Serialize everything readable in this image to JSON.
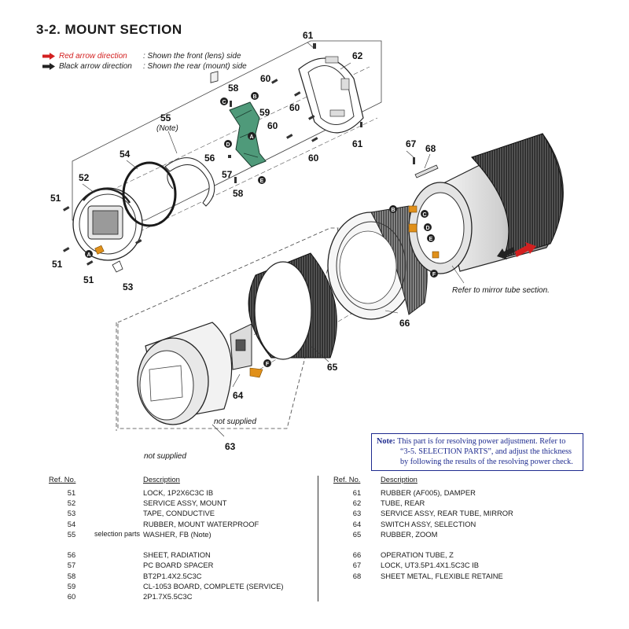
{
  "header": {
    "title": "3-2.  MOUNT  SECTION"
  },
  "legend": {
    "red_label": "Red arrow direction",
    "red_desc": ": Shown the front (lens) side",
    "black_label": "Black arrow direction",
    "black_desc": ": Shown the rear (mount) side",
    "red_color": "#d32020",
    "black_color": "#222222"
  },
  "diagram": {
    "callouts": [
      "51",
      "52",
      "51",
      "53",
      "51",
      "54",
      "55",
      "56",
      "57",
      "58",
      "58",
      "59",
      "60",
      "60",
      "60",
      "60",
      "61",
      "61",
      "62",
      "63",
      "64",
      "65",
      "66",
      "67",
      "68"
    ],
    "note_label_55": "(Note)",
    "labels": {
      "refer_mirror": "Refer to mirror tube section.",
      "not_supplied_1": "not supplied",
      "not_supplied_2": "not supplied"
    },
    "connectors": [
      "A",
      "B",
      "C",
      "D",
      "E",
      "F"
    ],
    "icons": [
      "screw-icon",
      "red-direction-arrow-icon",
      "black-direction-arrow-icon"
    ]
  },
  "note": {
    "label": "Note:",
    "line1": "This part is for resolving power adjustment. Refer to",
    "line2": "“3-5. SELECTION PARTS”, and adjust the thickness",
    "line3": "by following the results of the resolving power check."
  },
  "parts_table": {
    "headers": {
      "ref": "Ref. No.",
      "desc": "Description"
    },
    "left": [
      {
        "ref": "51",
        "remark": "",
        "desc": "LOCK, 1P2X6C3C IB"
      },
      {
        "ref": "52",
        "remark": "",
        "desc": "SERVICE ASSY, MOUNT"
      },
      {
        "ref": "53",
        "remark": "",
        "desc": "TAPE, CONDUCTIVE"
      },
      {
        "ref": "54",
        "remark": "",
        "desc": "RUBBER, MOUNT WATERPROOF"
      },
      {
        "ref": "55",
        "remark": "selection parts",
        "desc": "WASHER, FB (Note)"
      },
      {
        "ref": "56",
        "remark": "",
        "desc": "SHEET, RADIATION"
      },
      {
        "ref": "57",
        "remark": "",
        "desc": "PC BOARD SPACER"
      },
      {
        "ref": "58",
        "remark": "",
        "desc": "BT2P1.4X2.5C3C"
      },
      {
        "ref": "59",
        "remark": "",
        "desc": "CL-1053 BOARD, COMPLETE (SERVICE)"
      },
      {
        "ref": "60",
        "remark": "",
        "desc": "2P1.7X5.5C3C"
      }
    ],
    "right": [
      {
        "ref": "61",
        "desc": "RUBBER (AF005), DAMPER"
      },
      {
        "ref": "62",
        "desc": "TUBE, REAR"
      },
      {
        "ref": "63",
        "desc": "SERVICE ASSY, REAR TUBE, MIRROR"
      },
      {
        "ref": "64",
        "desc": "SWITCH ASSY, SELECTION"
      },
      {
        "ref": "65",
        "desc": "RUBBER, ZOOM"
      },
      {
        "ref": "66",
        "desc": "OPERATION TUBE, Z"
      },
      {
        "ref": "67",
        "desc": "LOCK, UT3.5P1.4X1.5C3C IB"
      },
      {
        "ref": "68",
        "desc": "SHEET METAL, FLEXIBLE RETAINE"
      }
    ]
  }
}
